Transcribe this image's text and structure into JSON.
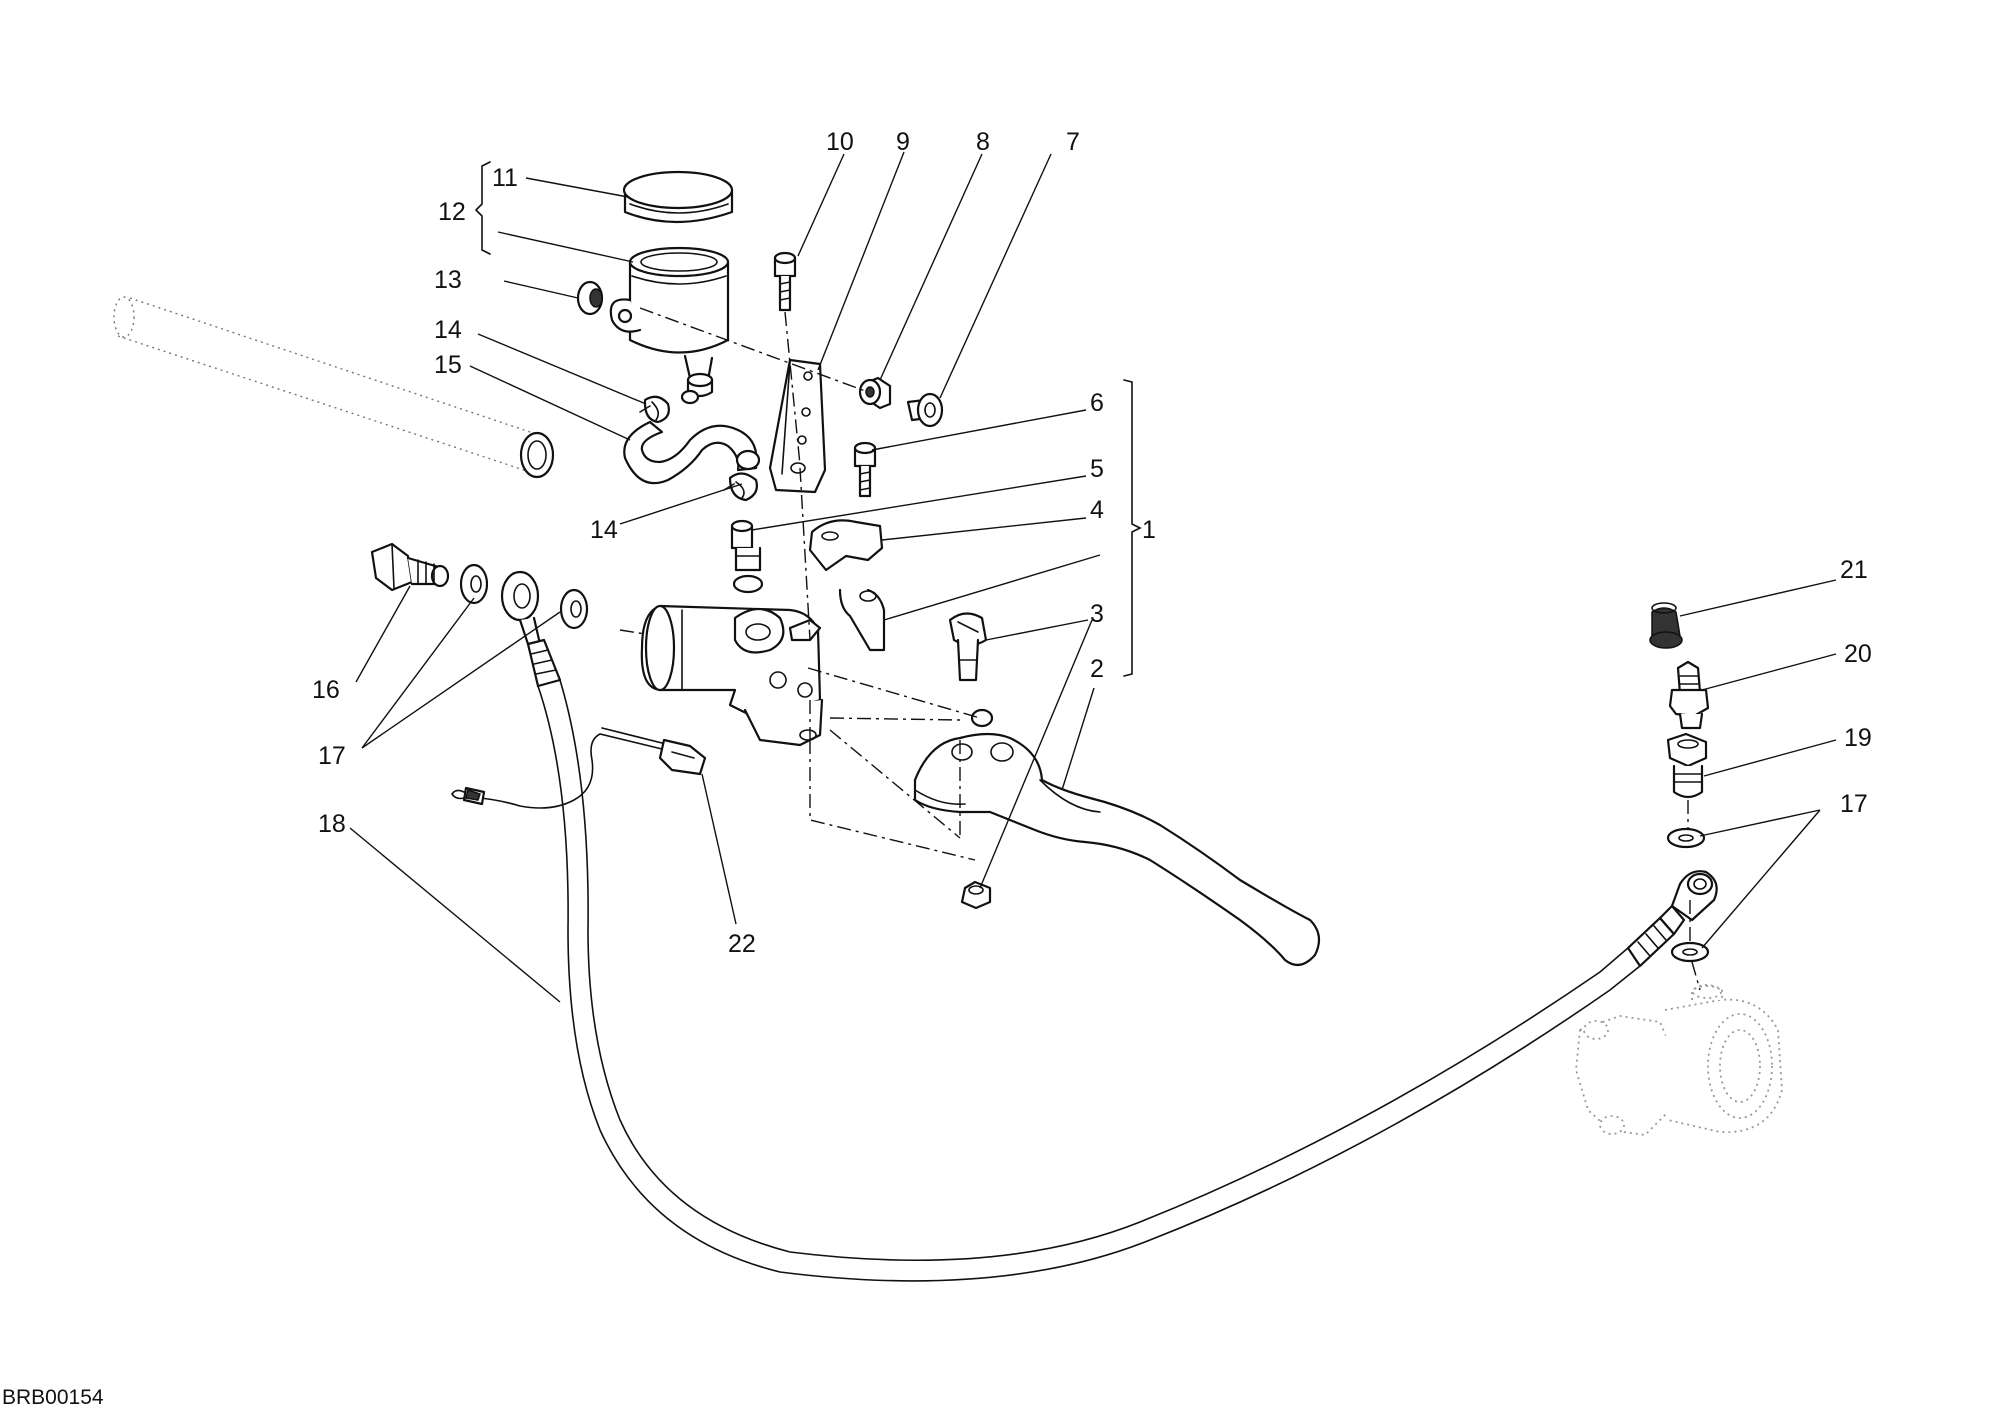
{
  "drawing_code": "BRB00154",
  "callouts": [
    {
      "id": "callout-1",
      "text": "1"
    },
    {
      "id": "callout-2",
      "text": "2"
    },
    {
      "id": "callout-3",
      "text": "3"
    },
    {
      "id": "callout-4",
      "text": "4"
    },
    {
      "id": "callout-5",
      "text": "5"
    },
    {
      "id": "callout-6",
      "text": "6"
    },
    {
      "id": "callout-7",
      "text": "7"
    },
    {
      "id": "callout-8",
      "text": "8"
    },
    {
      "id": "callout-9",
      "text": "9"
    },
    {
      "id": "callout-10",
      "text": "10"
    },
    {
      "id": "callout-11",
      "text": "11"
    },
    {
      "id": "callout-12",
      "text": "12"
    },
    {
      "id": "callout-13",
      "text": "13"
    },
    {
      "id": "callout-14a",
      "text": "14"
    },
    {
      "id": "callout-14b",
      "text": "14"
    },
    {
      "id": "callout-15",
      "text": "15"
    },
    {
      "id": "callout-16",
      "text": "16"
    },
    {
      "id": "callout-17a",
      "text": "17"
    },
    {
      "id": "callout-17b",
      "text": "17"
    },
    {
      "id": "callout-18",
      "text": "18"
    },
    {
      "id": "callout-19",
      "text": "19"
    },
    {
      "id": "callout-20",
      "text": "20"
    },
    {
      "id": "callout-21",
      "text": "21"
    },
    {
      "id": "callout-22",
      "text": "22"
    }
  ]
}
